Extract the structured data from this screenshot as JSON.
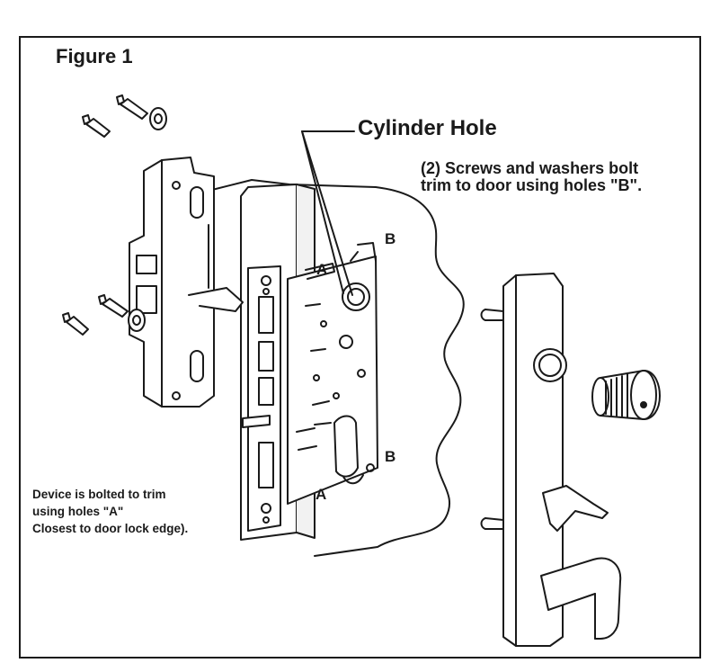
{
  "figure": {
    "title": "Figure 1",
    "cylinder_hole_label": "Cylinder Hole",
    "screws_note": [
      "(2) Screws and washers bolt",
      "trim to door using holes \"B\"."
    ],
    "device_note": [
      "Device is bolted to trim",
      "using holes \"A\"",
      "Closest to door lock edge)."
    ],
    "hole_labels": {
      "a_top": "A",
      "b_top": "B",
      "b_bottom": "B",
      "a_bottom": "A"
    }
  },
  "colors": {
    "ink": "#1a1a1a",
    "paper": "#ffffff",
    "fill": "#f2f2f2"
  },
  "parts": [
    "screw-icon",
    "washer-icon",
    "mounting-bracket",
    "mortise-lock-body",
    "door-panel",
    "trim-plate",
    "lever-handle",
    "mortise-cylinder",
    "thumb-turn"
  ]
}
